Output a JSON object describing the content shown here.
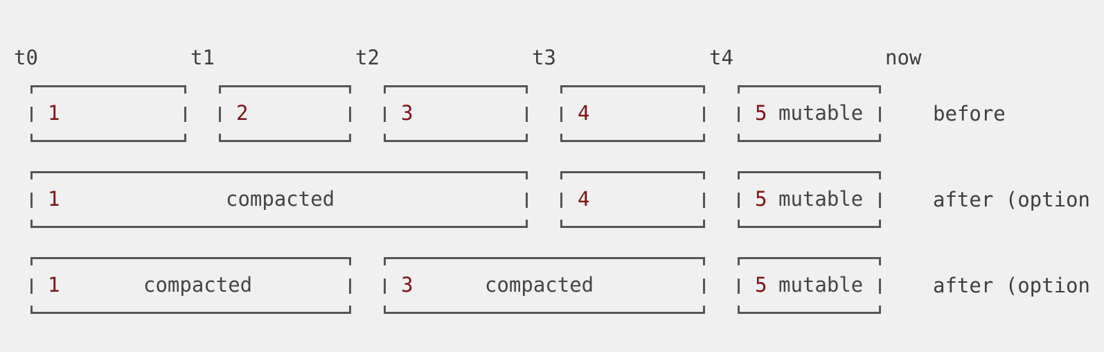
{
  "time_axis": {
    "ticks": [
      "t0",
      "t1",
      "t2",
      "t3",
      "t4",
      "now"
    ]
  },
  "rows": [
    {
      "label": "before",
      "segments": [
        {
          "id": "1",
          "note": ""
        },
        {
          "id": "2",
          "note": ""
        },
        {
          "id": "3",
          "note": ""
        },
        {
          "id": "4",
          "note": ""
        },
        {
          "id": "5",
          "note": "mutable"
        }
      ]
    },
    {
      "label": "after (option",
      "segments": [
        {
          "id": "1",
          "note": "compacted"
        },
        {
          "id": "4",
          "note": ""
        },
        {
          "id": "5",
          "note": "mutable"
        }
      ]
    },
    {
      "label": "after (option",
      "segments": [
        {
          "id": "1",
          "note": "compacted"
        },
        {
          "id": "3",
          "note": "compacted"
        },
        {
          "id": "5",
          "note": "mutable"
        }
      ]
    }
  ],
  "colors": {
    "segment_id": "#7b1416",
    "text": "#444444",
    "frame": "#555555",
    "background": "#f0f0f0"
  }
}
